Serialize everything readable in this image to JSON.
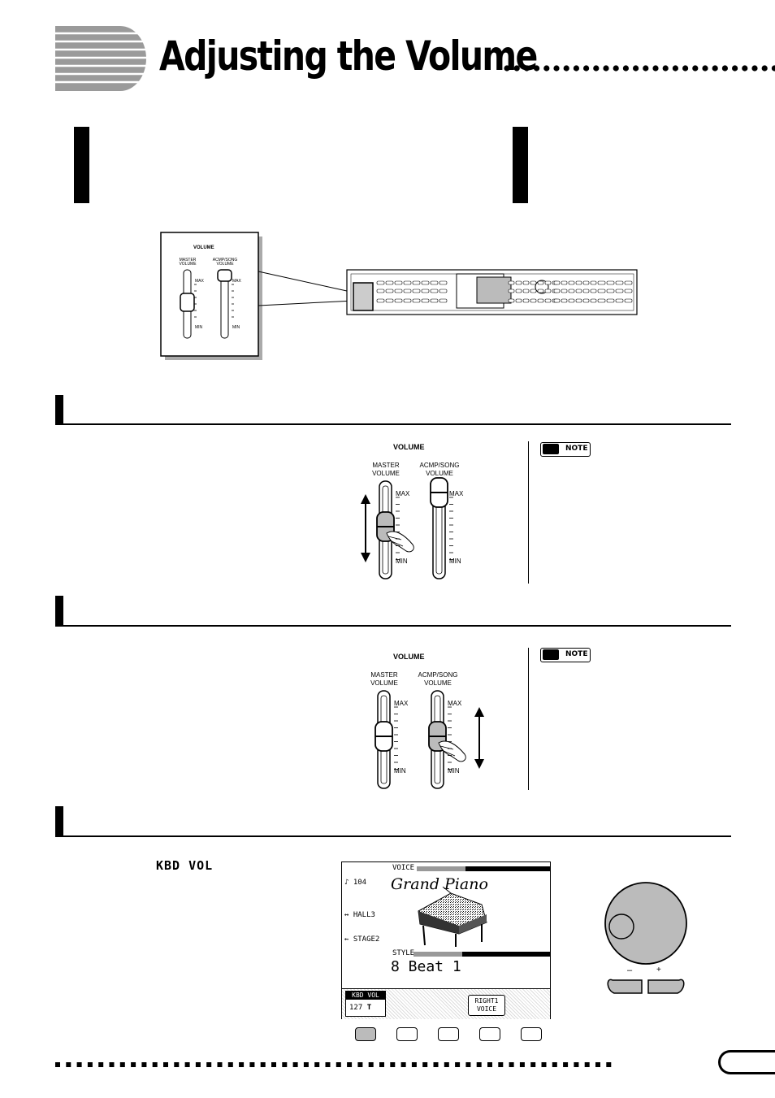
{
  "page": {
    "title": "Adjusting the Volume"
  },
  "slider_panel": {
    "heading": "VOLUME",
    "master_label_1": "MASTER",
    "master_label_2": "VOLUME",
    "acmp_label_1": "ACMP/SONG",
    "acmp_label_2": "VOLUME",
    "max": "MAX",
    "min": "MIN"
  },
  "note_label": "NOTE",
  "kbd_vol_label": "KBD VOL",
  "lcd": {
    "voice_label": "VOICE",
    "voice_name": "Grand Piano",
    "tempo": "104",
    "reverb": "HALL3",
    "effect": "STAGE2",
    "style_label": "STYLE",
    "style_name": "8 Beat 1",
    "kbd_vol_tab": "KBD VOL",
    "kbd_vol_value": "127",
    "right1_line1": "RIGHT1",
    "right1_line2": "VOICE"
  },
  "dial": {
    "minus": "–",
    "plus": "+"
  }
}
